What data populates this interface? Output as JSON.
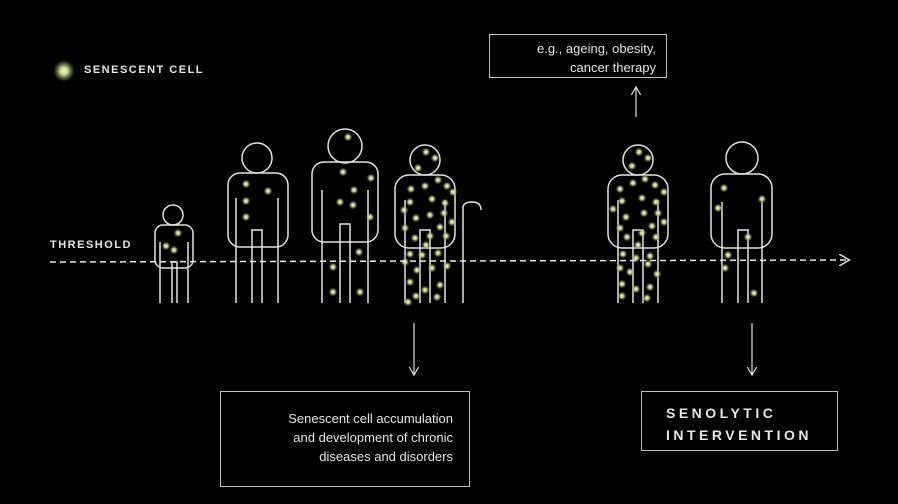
{
  "legend": {
    "label": "SENESCENT CELL",
    "icon": "glowing-dot-icon"
  },
  "threshold": {
    "label": "THRESHOLD"
  },
  "causes_box": {
    "lines": [
      "e.g., ageing, obesity,",
      "cancer therapy"
    ]
  },
  "outcome_box": {
    "lines": [
      "Senescent cell accumulation",
      "and development of chronic",
      "diseases and disorders"
    ]
  },
  "intervention_box": {
    "lines": [
      "SENOLYTIC",
      "INTERVENTION"
    ]
  },
  "colors": {
    "background": "#000000",
    "outline": "#e0e0e0",
    "cell": "#d8e6a8",
    "cell_glow": "#7d8a4c"
  }
}
